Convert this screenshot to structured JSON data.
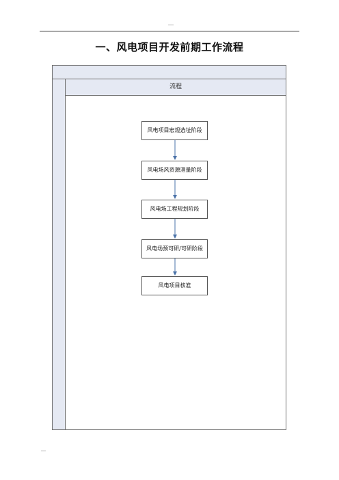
{
  "document": {
    "title": "一、风电项目开发前期工作流程"
  },
  "flowchart": {
    "lane_header": "流程",
    "steps": [
      "风电项目宏观选址阶段",
      "风电场风资源测量阶段",
      "风电场工程规划阶段",
      "风电场预可研/可研阶段",
      "风电项目核准"
    ]
  },
  "colors": {
    "header_fill": "#e5e9f3",
    "border": "#6e6e6e",
    "arrow": "#4a72a8"
  }
}
